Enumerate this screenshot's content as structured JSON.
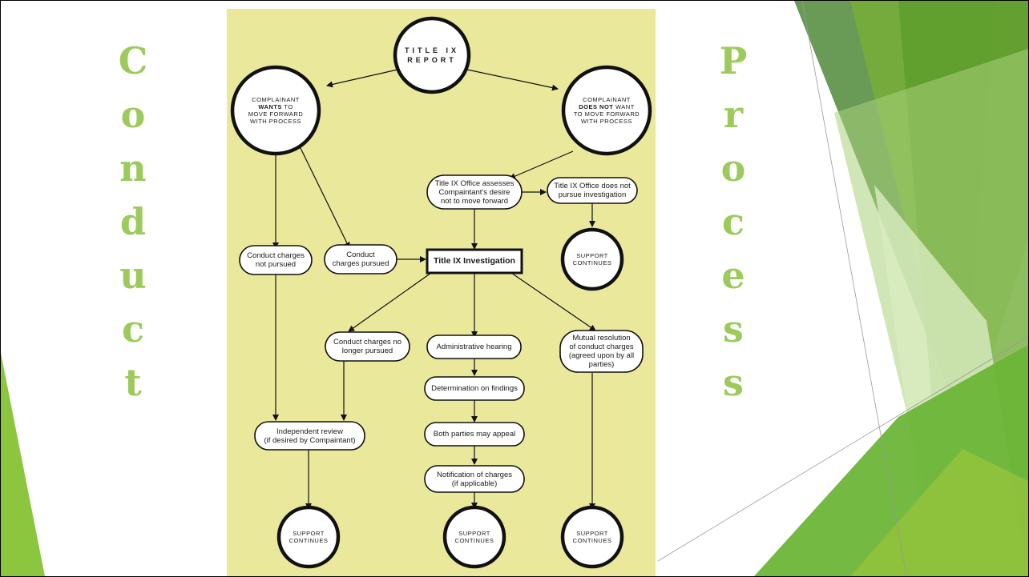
{
  "left_word": [
    "C",
    "o",
    "n",
    "d",
    "u",
    "c",
    "t"
  ],
  "right_word": [
    "P",
    "r",
    "o",
    "c",
    "e",
    "s",
    "s"
  ],
  "flowchart": {
    "report": [
      "TITLE IX",
      "REPORT"
    ],
    "wants": {
      "l1": "COMPLAINANT",
      "emph": "WANTS",
      "rest": "TO",
      "l3": "MOVE FORWARD",
      "l4": "WITH PROCESS"
    },
    "does_not": {
      "l1": "COMPLAINANT",
      "emph": "DOES NOT",
      "rest": "WANT",
      "l3": "TO MOVE FORWARD",
      "l4": "WITH PROCESS"
    },
    "assesses": [
      "Title IX Office assesses",
      "Compaintant's desire",
      "not to move forward"
    ],
    "not_pursue": [
      "Title IX Office does not",
      "pursue investigation"
    ],
    "support_continues": [
      "SUPPORT",
      "CONTINUES"
    ],
    "not_pursued": [
      "Conduct charges",
      "not pursued"
    ],
    "pursued": [
      "Conduct",
      "charges pursued"
    ],
    "investigation": "Title IX Investigation",
    "no_longer": [
      "Conduct charges no",
      "longer pursued"
    ],
    "admin_hearing": "Administrative hearing",
    "mutual": [
      "Mutual resolution",
      "of conduct charges",
      "(agreed upon by all parties)"
    ],
    "determination": "Determination on findings",
    "independent": [
      "Independent review",
      "(if desired by Compaintant)"
    ],
    "appeal": "Both parties may appeal",
    "notification": [
      "Notification of charges",
      "(if applicable)"
    ]
  }
}
